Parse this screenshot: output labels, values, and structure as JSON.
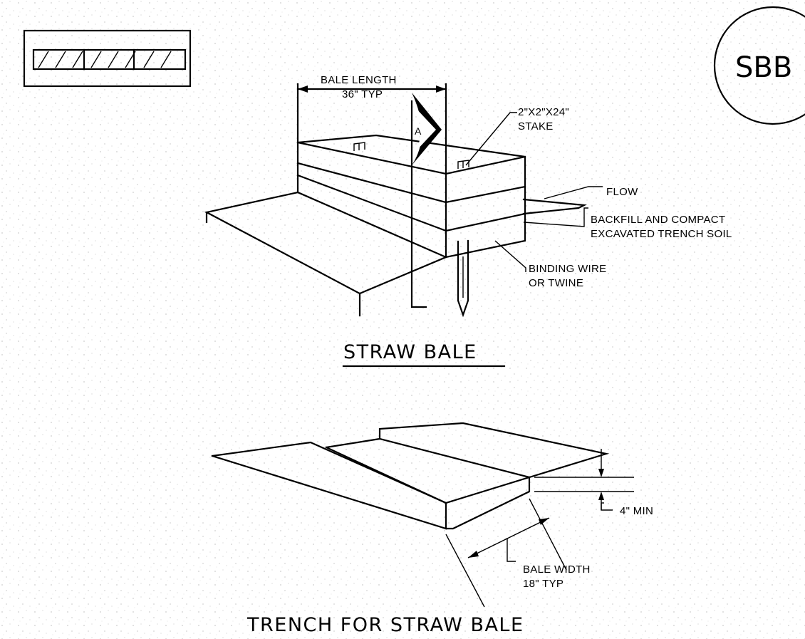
{
  "detail_code": "SBB",
  "straw_bale": {
    "title": "STRAW BALE",
    "bale_length_label": "BALE LENGTH",
    "bale_length_value": "36\" TYP",
    "stake_size": "2\"X2\"X24\"",
    "stake_label": "STAKE",
    "section_marker": "A",
    "flow_label": "FLOW",
    "backfill_line1": "BACKFILL AND COMPACT",
    "backfill_line2": "EXCAVATED TRENCH SOIL",
    "binding_line1": "BINDING WIRE",
    "binding_line2": "OR TWINE"
  },
  "trench": {
    "title": "TRENCH FOR STRAW BALE",
    "depth_label": "4\" MIN",
    "width_label": "BALE WIDTH",
    "width_value": "18\" TYP"
  }
}
